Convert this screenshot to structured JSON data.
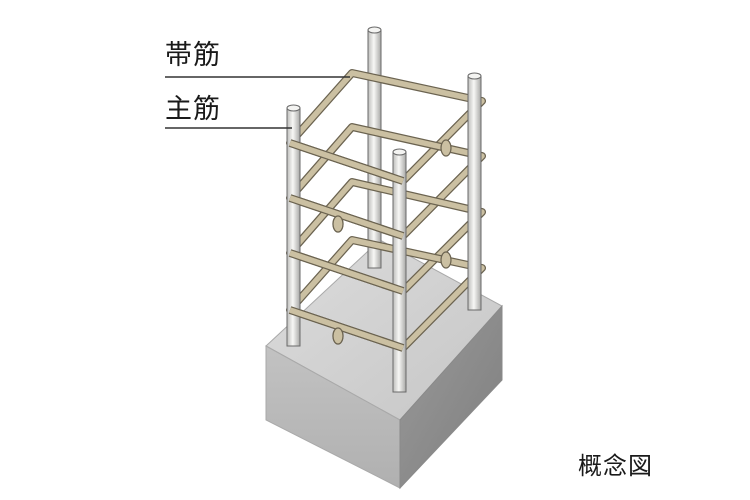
{
  "labels": {
    "hoop_reinforcement": "帯筋",
    "main_reinforcement": "主筋"
  },
  "caption": "概念図",
  "colors": {
    "hoop": "#cbc0a2",
    "hoop_outline": "#6b6350",
    "rebar": "#e8e8e6",
    "rebar_outline": "#5a5a5a",
    "concrete_top": "#d3d3d3",
    "concrete_left": "#b9b9b9",
    "concrete_right": "#8f8f8f",
    "leader_line": "#333333"
  }
}
